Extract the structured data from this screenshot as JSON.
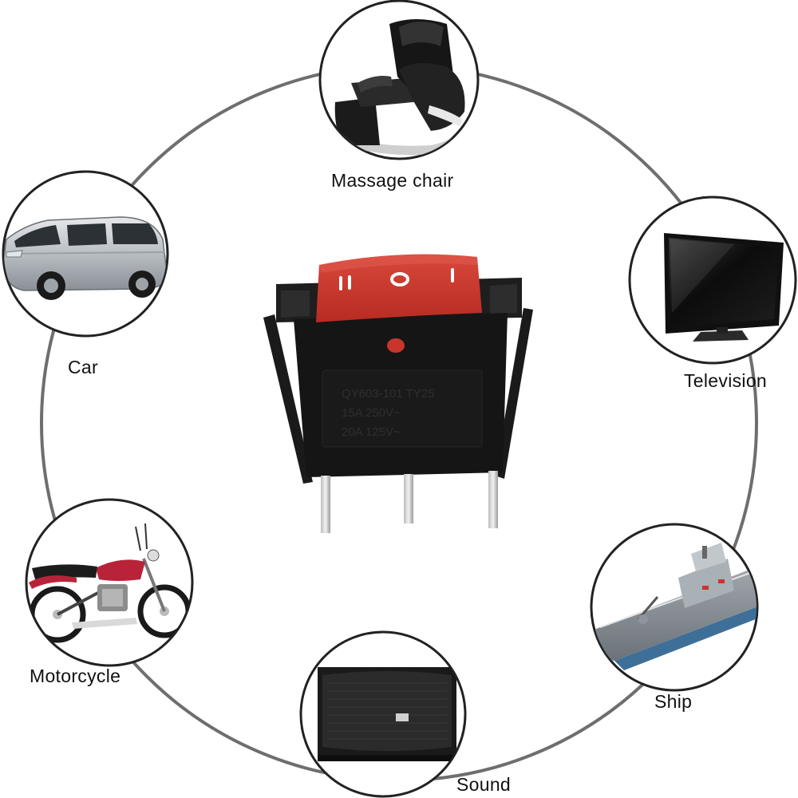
{
  "labels": {
    "massage_chair": "Massage chair",
    "car": "Car",
    "television": "Television",
    "motorcycle": "Motorcycle",
    "ship": "Ship",
    "sound": "Sound"
  },
  "switch": {
    "marking_line1": "QY603-101 TY25",
    "marking_line2": "15A 250V~",
    "marking_line3": "20A 125V~"
  },
  "colors": {
    "ring": "#6e6e6e",
    "rocker": "#c8352b",
    "switch_body": "#161616"
  }
}
